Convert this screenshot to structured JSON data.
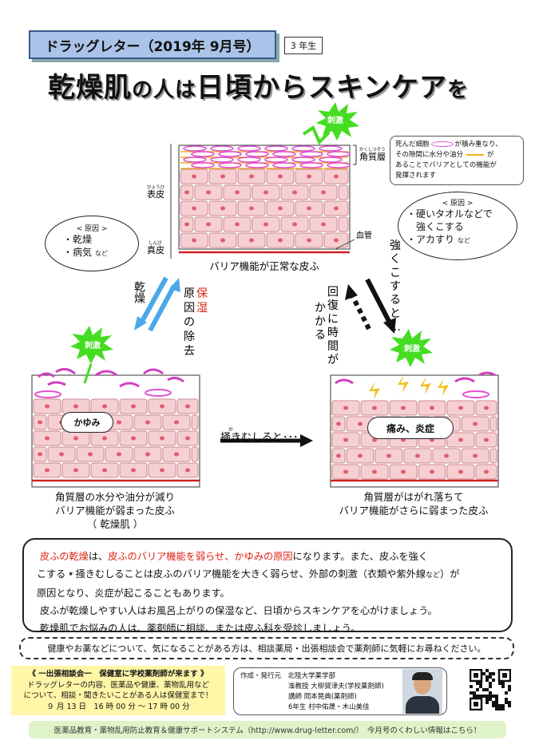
{
  "header": {
    "title": "ドラッグレター（2019年  9月号）",
    "grade": "3 年生",
    "headline_a": "乾燥肌",
    "headline_b": "の人は",
    "headline_c": "日頃から",
    "headline_d": "スキンケア",
    "headline_e": "を"
  },
  "diagram": {
    "stimulus": "刺激",
    "kakushitsu_ruby": "かくしつそう",
    "kakushitsu": "角質層",
    "hyohi_ruby": "ひょうひ",
    "hyohi": "表皮",
    "shinpi_ruby": "しんぴ",
    "shinpi": "真皮",
    "kekkan": "血管",
    "normal_caption": "バリア機能が正常な皮ふ",
    "left_bubble_title": "< 原因 >",
    "left_bubble_items": [
      "・乾燥",
      "・病気"
    ],
    "left_bubble_etc": "など",
    "right_bubble_title": "< 原因 >",
    "right_bubble_line1": "・硬いタオルなどで",
    "right_bubble_line2": "強くこする",
    "right_bubble_line3": "・アカすり",
    "right_bubble_etc": "など",
    "arrow_kansou": "乾燥",
    "arrow_hoshitsu_a": "保",
    "arrow_hoshitsu_b": "湿",
    "arrow_gen_a": "原",
    "arrow_gen_b": "因",
    "arrow_gen_c": "の",
    "arrow_gen_d": "除",
    "arrow_gen_e": "去",
    "arrow_kaifuku": [
      "回",
      "復",
      "に",
      "時",
      "間",
      "が"
    ],
    "arrow_kakaru": [
      "か",
      "か",
      "る"
    ],
    "arrow_tsuyoku": [
      "強",
      "く",
      "こ",
      "す",
      "る",
      "と",
      "…"
    ],
    "kayumi": "かゆみ",
    "itami": "痛み、炎症",
    "kakimushiru_ruby": "か",
    "kakimushiru": "掻きむしると･･･",
    "dry_caption1": "角質層の水分や油分が減り",
    "dry_caption2": "バリア機能が弱まった皮ふ",
    "dry_caption3": "（ 乾燥肌 ）",
    "worse_caption1": "角質層がはがれ落ちて",
    "worse_caption2": "バリア機能がさらに弱まった皮ふ"
  },
  "infobox": {
    "line1a": "死んだ細胞",
    "line1b": "が積み重なり、",
    "line2a": "その隙間に水分や油分",
    "line2b": "が",
    "line3": "あることでバリアとしての機能が",
    "line4": "発揮されます"
  },
  "main": {
    "p1_red1": "皮ふの乾燥",
    "p1_a": "は、",
    "p1_red2": "皮ふのバリア機能を弱らせ、かゆみの原因",
    "p1_b": "になります。また、皮ふを強く",
    "p2_a": "こする・",
    "p2_ruby": "か",
    "p2_b": "掻きむしることは皮ふのバリア機能を大きく弱らせ、外部の刺激（衣類や紫外線",
    "p2_small": "など",
    "p2_c": "）が",
    "p3": "原因となり、炎症が起こることもあります。",
    "p4": "皮ふが乾燥しやすい人はお風呂上がりの保湿など、日頃からスキンケアを心がけましょう。",
    "p5": "乾燥肌でお悩みの人は、薬剤師に相談、または皮ふ科を受診しましょう。"
  },
  "notice": "健康やお薬などについて、気になることがある方は、相談薬局・出張相談会で薬剤師に気軽にお尋ねください。",
  "consult": {
    "title": "《 一出張相談会一　保健室に学校薬剤師が来ます 》",
    "line1": "ドラッグレターの内容、医薬品や健康、薬物乱用など",
    "line2": "について、相談・聞きたいことがある人は保健室まで！",
    "date": "９ 月 13 日　16 時 00 分 ～ 17 時 00 分"
  },
  "author": {
    "label": "作成・発行元",
    "org": "北陸大学薬学部",
    "line1": "准教授  大柳賀津夫(学校薬剤師)",
    "line2": "講師  岡本晃典(薬剤師)",
    "line3": "6年生  村中佑晟・木山美佳"
  },
  "footer": "医薬品教育・薬物乱用防止教育＆健康サポートシステム（http://www.drug-letter.com/）　今月号のくわしい情報はこちら！",
  "colors": {
    "cell": "#f6cfd2",
    "cell_border": "#c98a90",
    "nucleus": "#e25c6a",
    "stratum": "#e050d0",
    "oil": "#f0b020",
    "vessel": "#d02020",
    "stimulus": "#44dd22",
    "arrow_blue": "#4aa8e8"
  }
}
